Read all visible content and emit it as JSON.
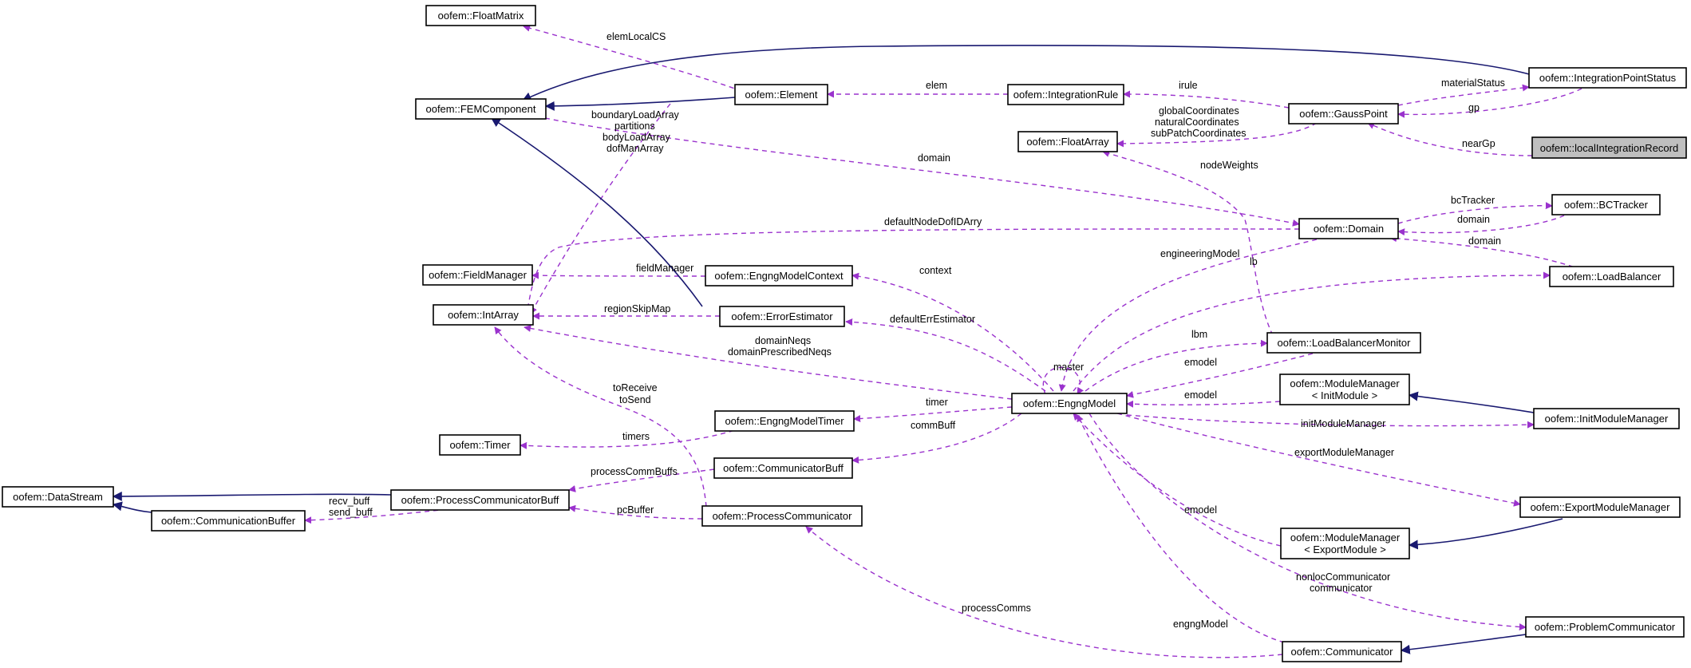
{
  "diagram": {
    "nodes": {
      "floatmatrix": "oofem::FloatMatrix",
      "femcomponent": "oofem::FEMComponent",
      "element": "oofem::Element",
      "integrationrule": "oofem::IntegrationRule",
      "gausspoint": "oofem::GaussPoint",
      "integrationpointstatus": "oofem::IntegrationPointStatus",
      "localintegrationrecord": "oofem::localIntegrationRecord",
      "floatarray": "oofem::FloatArray",
      "domain": "oofem::Domain",
      "bctracker": "oofem::BCTracker",
      "loadbalancer": "oofem::LoadBalancer",
      "fieldmanager": "oofem::FieldManager",
      "engngmodelcontext": "oofem::EngngModelContext",
      "intarray": "oofem::IntArray",
      "errorestimator": "oofem::ErrorEstimator",
      "loadbalancermonitor": "oofem::LoadBalancerMonitor",
      "engngmodel": "oofem::EngngModel",
      "modulemanager_init_1": "oofem::ModuleManager",
      "modulemanager_init_2": "< InitModule >",
      "initmodulemanager": "oofem::InitModuleManager",
      "engngmodeltimer": "oofem::EngngModelTimer",
      "timer": "oofem::Timer",
      "communicatorbuff": "oofem::CommunicatorBuff",
      "datastream": "oofem::DataStream",
      "processcommunicatorbuff": "oofem::ProcessCommunicatorBuff",
      "communicationbuffer": "oofem::CommunicationBuffer",
      "processcommunicator": "oofem::ProcessCommunicator",
      "exportmodulemanager": "oofem::ExportModuleManager",
      "modulemanager_export_1": "oofem::ModuleManager",
      "modulemanager_export_2": "< ExportModule >",
      "problemcommunicator": "oofem::ProblemCommunicator",
      "communicator": "oofem::Communicator"
    },
    "edge_labels": {
      "elemlocalcs": "elemLocalCS",
      "elem": "elem",
      "irule": "irule",
      "materialstatus": "materialStatus",
      "gp": "gp",
      "neargp": "nearGp",
      "globalcoordinates": "globalCoordinates",
      "naturalcoordinates": "naturalCoordinates",
      "subpatchcoordinates": "subPatchCoordinates",
      "boundaryloadarray": "boundaryLoadArray",
      "partitions": "partitions",
      "bodyloadarray": "bodyLoadArray",
      "dofmanarray": "dofManArray",
      "domain_main": "domain",
      "nodeweights": "nodeWeights",
      "bctracker": "bcTracker",
      "domain_bctracker": "domain",
      "domain_loadbalancer": "domain",
      "defaultnodedofidarry": "defaultNodeDofIDArry",
      "engineeringmodel": "engineeringModel",
      "lb": "lb",
      "fieldmanager": "fieldManager",
      "context": "context",
      "regionskipmap": "regionSkipMap",
      "defaulterrestimator": "defaultErrEstimator",
      "lbm": "lbm",
      "domainneqs": "domainNeqs",
      "domainprescribedneqs": "domainPrescribedNeqs",
      "emodel_lbm": "emodel",
      "master": "master",
      "emodel_mmi": "emodel",
      "toreceive": "toReceive",
      "tosend": "toSend",
      "timer": "timer",
      "timers": "timers",
      "initmodulemanager": "initModuleManager",
      "commbuff": "commBuff",
      "processcommbuffs": "processCommBuffs",
      "exportmodulemanager": "exportModuleManager",
      "recv_buff": "recv_buff",
      "send_buff": "send_buff",
      "pcbuffer": "pcBuffer",
      "emodel_mme": "emodel",
      "nonloccommunicator": "nonlocCommunicator",
      "communicator": "communicator",
      "processcomms": "processComms",
      "engngmodel": "engngModel"
    },
    "colors": {
      "usage_edge": "#9a32cd",
      "inheritance_edge": "#191970",
      "highlighted_node": "#bfbfbf"
    }
  }
}
